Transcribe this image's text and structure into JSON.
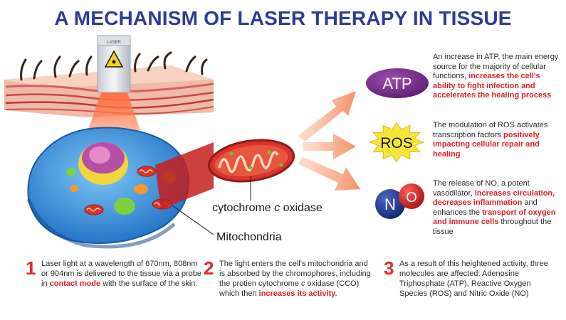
{
  "title": "A MECHANISM OF LASER THERAPY IN TISSUE",
  "probe_label": "LASER",
  "labels": {
    "cytochrome_pre": "cytochrome ",
    "cytochrome_c": "c",
    "cytochrome_post": " oxidase",
    "mitochondria": "Mitochondria"
  },
  "molecules": {
    "atp": {
      "badge": "ATP",
      "text_a": "An increase in ATP, the main energy source for the majority of cellular functions, ",
      "highlight": "increases the cell's ability to fight infection and accelerates the healing process"
    },
    "ros": {
      "badge": "ROS",
      "text_a": "The modulation of ROS activates transcription factors ",
      "highlight": "positively impacting cellular repair and healing"
    },
    "no": {
      "badge_n": "N",
      "badge_o": "O",
      "text_a": "The release of NO, a potent vasodilator, ",
      "highlight_1": "increases circulation, decreases inflammation",
      "text_b": " and enhances the ",
      "highlight_2": "transport of oxygen and immune cells",
      "text_c": " throughout the tissue"
    }
  },
  "steps": [
    {
      "number": "1",
      "text_a": "Laser light at a wavelength of 670nm, 808nm or 904nm is delivered to the tissue via a probe in ",
      "highlight": "contact mode",
      "text_b": " with the surface of the skin."
    },
    {
      "number": "2",
      "text_a": "The light enters the cell's mitochondria and is absorbed by the chromophores, including the protien cytochrome ",
      "italic": "c",
      "text_b": " oxidase (CCO) which then ",
      "highlight": "increases its activity."
    },
    {
      "number": "3",
      "text_a": "As a result of this heightened activity, three molecules are affected: Adenosine Triphosphate (ATP), Reactive Oxygen Species (ROS) and Nitric Oxide (NO)"
    }
  ],
  "colors": {
    "title": "#2a3d9c",
    "highlight": "#e0202a",
    "arrow": "#f3a07c",
    "cell": "#3e9be0",
    "atp_badge": "#7a2f8c",
    "ros_badge": "#f6e63a",
    "no_n": "#213a9a",
    "no_o": "#e0202a"
  }
}
